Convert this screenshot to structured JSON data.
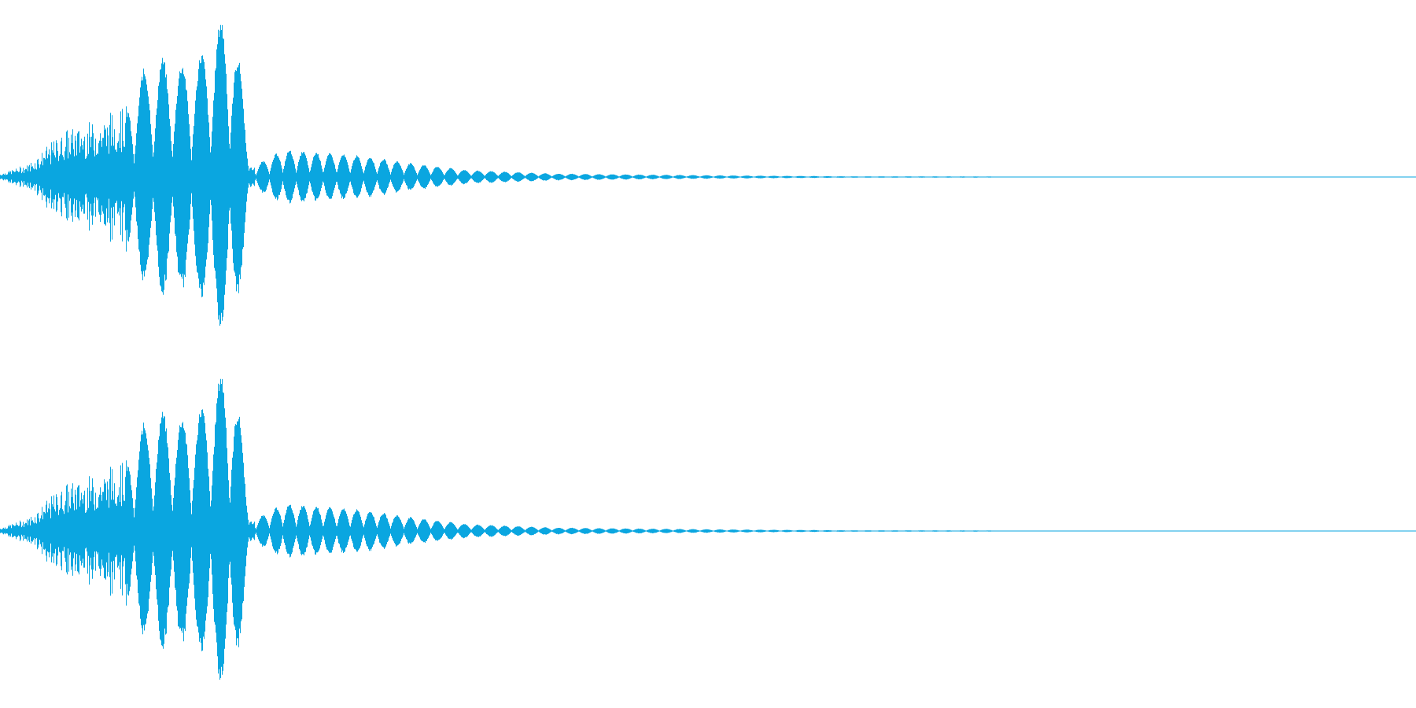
{
  "waveform": {
    "color": "#0aa6e0",
    "background": "#ffffff",
    "channel_count": 2,
    "channels": [
      {
        "id": "left"
      },
      {
        "id": "right"
      }
    ],
    "description_of_envelope": [
      {
        "t": 0.0,
        "amp": 0.02
      },
      {
        "t": 0.02,
        "amp": 0.08
      },
      {
        "t": 0.045,
        "amp": 0.28
      },
      {
        "t": 0.07,
        "amp": 0.34
      },
      {
        "t": 0.09,
        "amp": 0.46
      },
      {
        "t": 0.1,
        "amp": 0.62
      },
      {
        "t": 0.113,
        "amp": 0.7
      },
      {
        "t": 0.128,
        "amp": 0.66
      },
      {
        "t": 0.14,
        "amp": 0.7
      },
      {
        "t": 0.152,
        "amp": 0.86
      },
      {
        "t": 0.16,
        "amp": 1.0
      },
      {
        "t": 0.17,
        "amp": 0.62
      },
      {
        "t": 0.178,
        "amp": 0.06
      },
      {
        "t": 0.2,
        "amp": 0.16
      },
      {
        "t": 0.23,
        "amp": 0.14
      },
      {
        "t": 0.26,
        "amp": 0.12
      },
      {
        "t": 0.29,
        "amp": 0.08
      },
      {
        "t": 0.33,
        "amp": 0.04
      },
      {
        "t": 0.39,
        "amp": 0.02
      },
      {
        "t": 0.5,
        "amp": 0.01
      },
      {
        "t": 0.6,
        "amp": 0.004
      },
      {
        "t": 1.0,
        "amp": 0.0
      }
    ]
  }
}
